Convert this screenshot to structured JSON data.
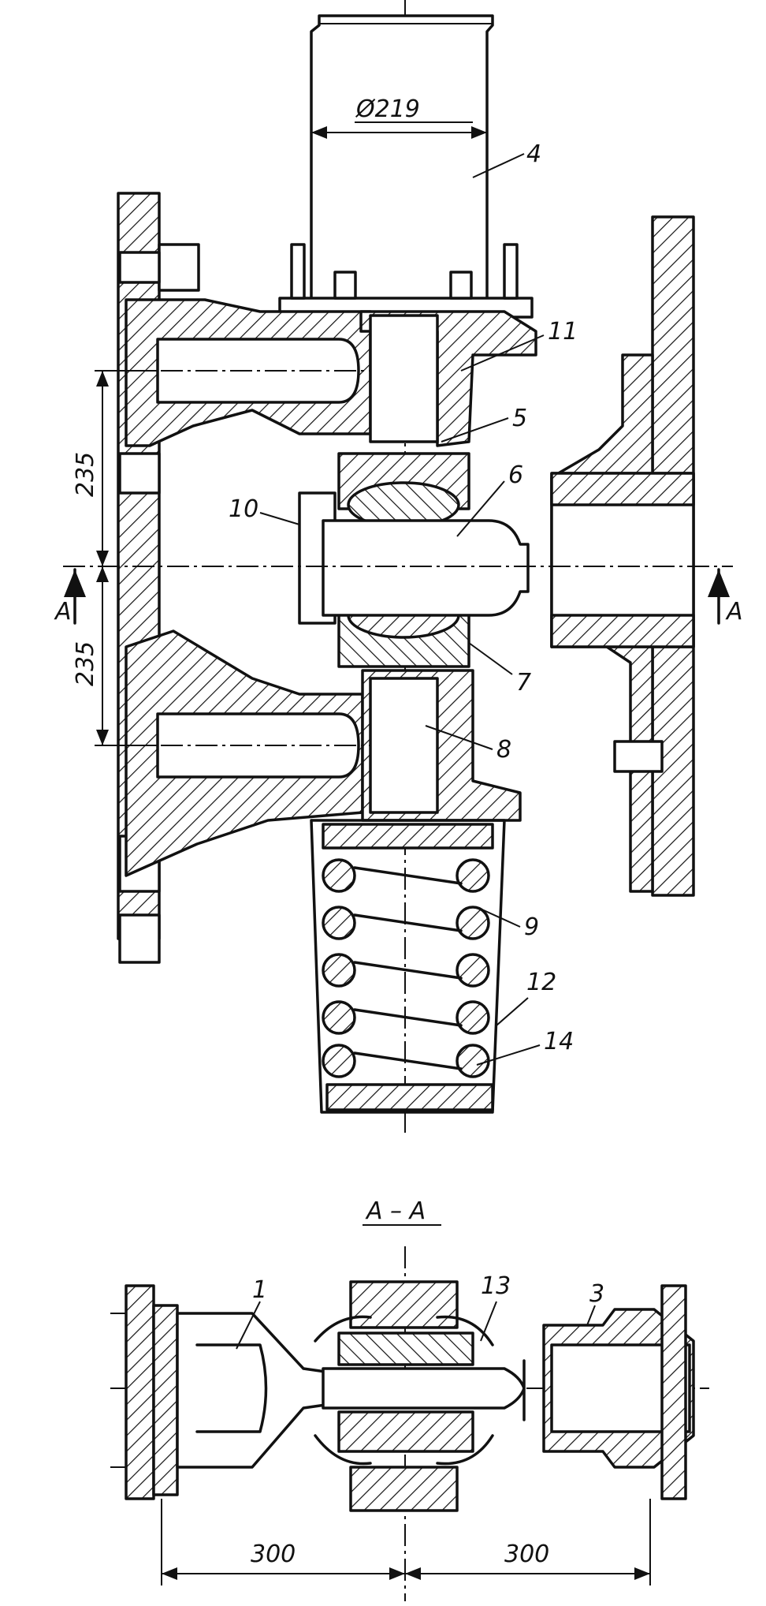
{
  "drawing": {
    "main_view": {
      "diameter_label": "Ø219",
      "dimension_upper": "235",
      "dimension_lower": "235",
      "section_mark_left": "A",
      "section_mark_right": "A",
      "part_labels": {
        "p4": "4",
        "p5": "5",
        "p6": "6",
        "p7": "7",
        "p8": "8",
        "p9": "9",
        "p10": "10",
        "p11": "11",
        "p12": "12",
        "p14": "14"
      }
    },
    "section_view": {
      "title": "A – A",
      "part_labels": {
        "p1": "1",
        "p3": "3",
        "p13": "13"
      },
      "dimension_left": "300",
      "dimension_right": "300"
    }
  }
}
